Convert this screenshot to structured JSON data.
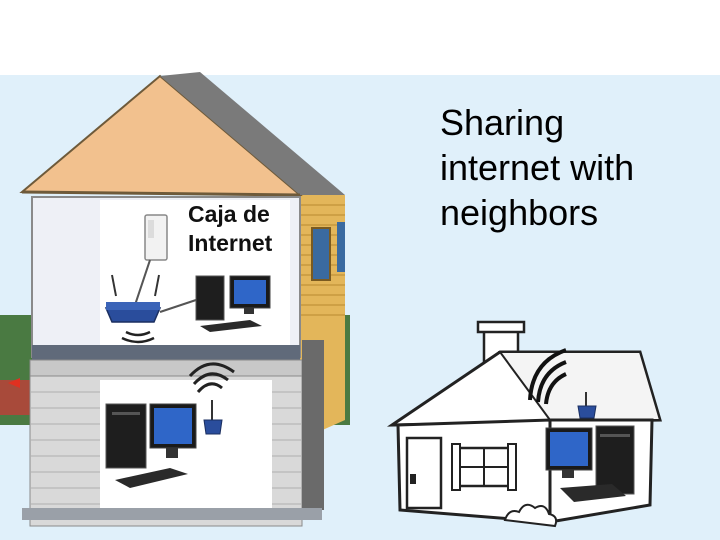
{
  "caption": {
    "lines": [
      "Sharing",
      "internet with",
      "neighbors"
    ]
  },
  "left_house": {
    "label_lines": [
      "Caja de",
      "Internet"
    ]
  },
  "colors": {
    "background_band": "#e0f0fa",
    "roof": "#f2c18e",
    "brick_wall": "#d9d9d9",
    "siding": "#e3b65a",
    "router": "#2a4d9c",
    "screen": "#2f66c8"
  },
  "icons": [
    "router-icon",
    "modem-icon",
    "desktop-computer-icon",
    "wifi-signal-icon",
    "house-icon"
  ]
}
